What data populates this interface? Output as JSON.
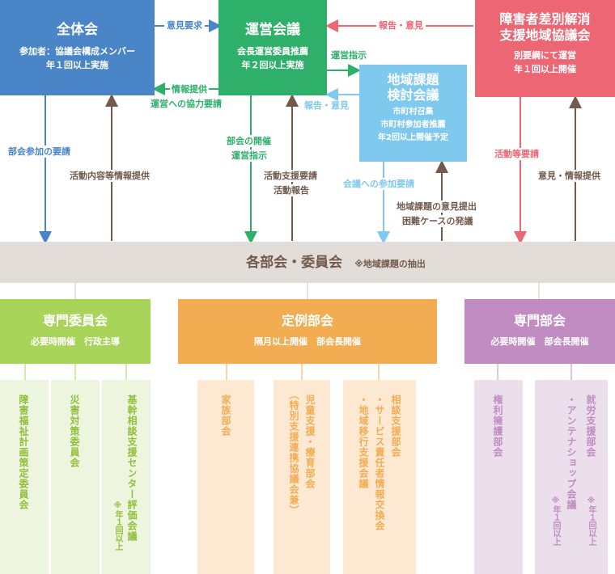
{
  "colors": {
    "blue": "#4a86c7",
    "green": "#2eaf6a",
    "red": "#ec6674",
    "lightblue": "#80c9ee",
    "gray_band": "#e2ddd8",
    "lime": "#a8d45a",
    "lime_pale": "#eef5df",
    "orange": "#f2ad53",
    "orange_pale": "#fde8d2",
    "purple": "#c08cc2",
    "purple_pale": "#ecdfec",
    "brown": "#725a4c"
  },
  "top": {
    "zentai": {
      "title": "全体会",
      "line1": "参加者：協議会構成メンバー",
      "line2": "年１回以上実施"
    },
    "unei": {
      "title": "運営会議",
      "line1": "会長運営委員推薦",
      "line2": "年２回以上実施"
    },
    "sabetsu": {
      "title1": "障害者差別解消",
      "title2": "支援地域協議会",
      "line1": "別要綱にて運営",
      "line2": "年１回以上開催"
    },
    "chiiki": {
      "title1": "地域課題",
      "title2": "検討会議",
      "line1": "市町村召集",
      "line2": "市町村参加者推薦",
      "line3": "年2回以上開催予定"
    }
  },
  "arrows": {
    "iken_yokyu": "意見要求",
    "hokoku_iken_top": "報告・意見",
    "unei_shiji_right": "運営指示",
    "joho_teikyo": "情報提供",
    "unei_kyoryoku": "運営への協力要請",
    "hokoku_iken_mid": "報告・意見",
    "bukai_sanka": "部会参加の要請",
    "katsudo_naiyo": "活動内容等情報提供",
    "bukai_kaisai": "部会の開催",
    "unei_shiji": "運営指示",
    "katsudo_shien": "活動支援要請",
    "katsudo_hokoku": "活動報告",
    "kaigi_sanka": "会議への参加要請",
    "chiiki_iken": "地域課題の意見提出",
    "konnan": "困難ケースの発議",
    "katsudo_yosei": "活動等要請",
    "iken_joho": "意見・情報提供"
  },
  "band": {
    "title": "各部会・委員会",
    "note": "※地域課題の抽出"
  },
  "groups": {
    "senmon_iinkai": {
      "title": "専門委員会",
      "sub": "必要時開催　行政主導"
    },
    "teirei_bukai": {
      "title": "定例部会",
      "sub": "隔月以上開催　部会長開催"
    },
    "senmon_bukai": {
      "title": "専門部会",
      "sub": "必要時開催　部会長開催"
    }
  },
  "columns": {
    "c1": "障害福祉計画策定委員会",
    "c2": "災害対策委員会",
    "c3": "基幹相談支援センター評価会議",
    "c3_note": "※年１回以上",
    "c4": "家族部会",
    "c5a": "児童支援・療育部会",
    "c5b": "（特別支援連携協議会兼）",
    "c6a": "相談支援部会",
    "c6b": "・サービス責任者情報交換会",
    "c6c": "・地域移行支援会議",
    "c7": "権利擁護部会",
    "c8a": "就労支援部会",
    "c8b": "・アンテナショップ会議",
    "c8_note1": "※年１回以上",
    "c8_note2": "※年１回以上"
  }
}
